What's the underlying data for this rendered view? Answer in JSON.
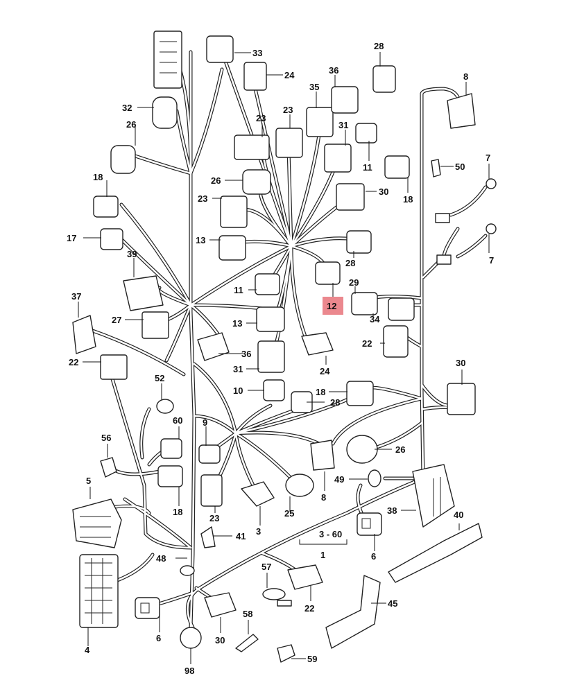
{
  "labels": {
    "l1": "1",
    "l3": "3",
    "l3b": "3 - 60",
    "l4": "4",
    "l5": "5",
    "l6a": "6",
    "l6b": "6",
    "l7a": "7",
    "l7b": "7",
    "l8a": "8",
    "l8b": "8",
    "l9": "9",
    "l10": "10",
    "l11a": "11",
    "l11b": "11",
    "l12": "12",
    "l13a": "13",
    "l13b": "13",
    "l17": "17",
    "l18a": "18",
    "l18b": "18",
    "l18c": "18",
    "l18d": "18",
    "l22a": "22",
    "l22b": "22",
    "l22c": "22",
    "l23a": "23",
    "l23b": "23",
    "l23c": "23",
    "l23d": "23",
    "l24a": "24",
    "l24b": "24",
    "l25": "25",
    "l26a": "26",
    "l26b": "26",
    "l26c": "26",
    "l27": "27",
    "l28a": "28",
    "l28b": "28",
    "l28c": "28",
    "l29": "29",
    "l30a": "30",
    "l30b": "30",
    "l30c": "30",
    "l31a": "31",
    "l31b": "31",
    "l32": "32",
    "l33": "33",
    "l34": "34",
    "l35": "35",
    "l36a": "36",
    "l36b": "36",
    "l37": "37",
    "l38": "38",
    "l39": "39",
    "l40": "40",
    "l41": "41",
    "l45": "45",
    "l48": "48",
    "l49": "49",
    "l50": "50",
    "l52": "52",
    "l56": "56",
    "l57": "57",
    "l58": "58",
    "l59": "59",
    "l60": "60",
    "l98": "98"
  },
  "highlight": {
    "label_key": "l12",
    "color": "#e8737a"
  }
}
